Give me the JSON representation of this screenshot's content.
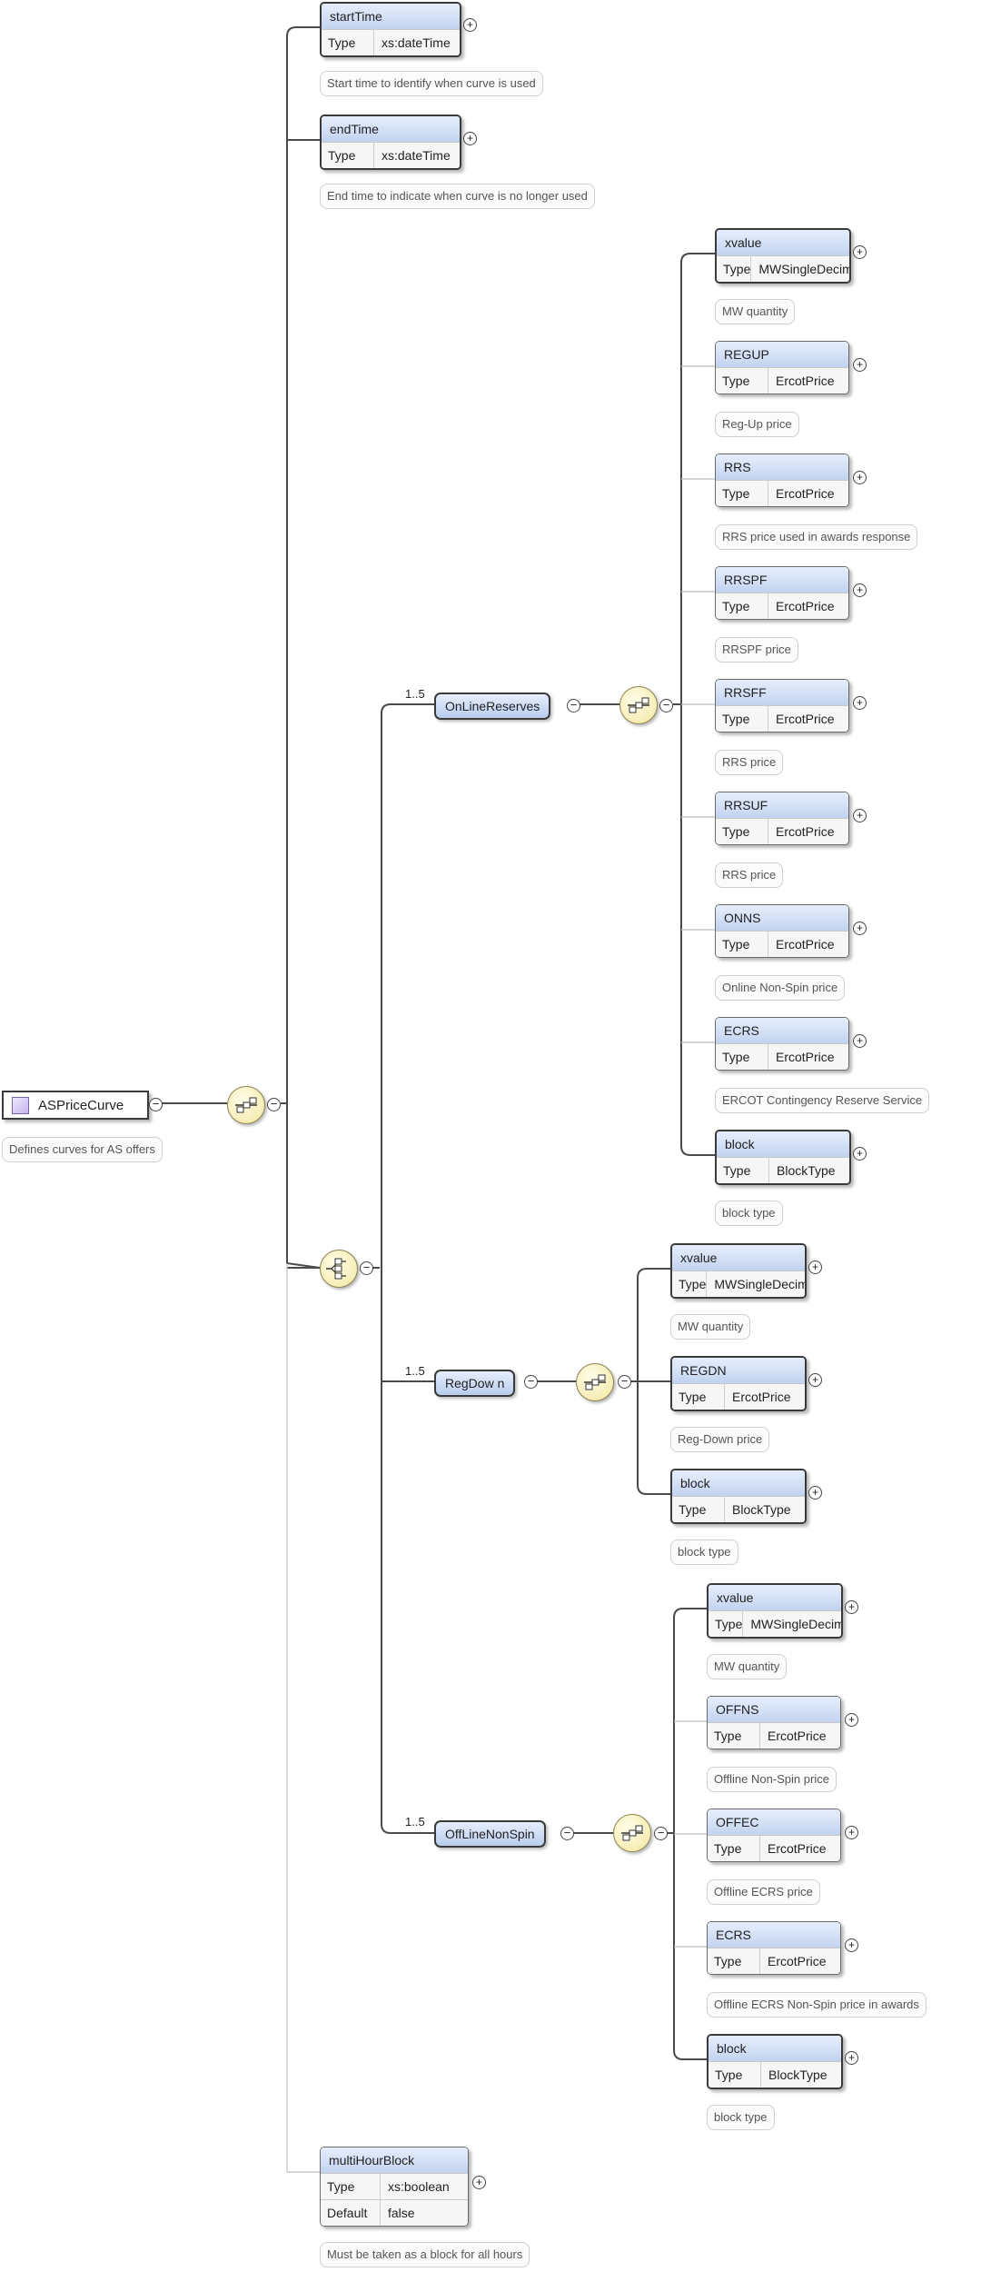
{
  "root": {
    "name": "ASPriceCurve",
    "annotation": "Defines curves for AS offers",
    "icon": "complex-type-icon"
  },
  "row_label_type": "Type",
  "row_label_default": "Default",
  "start_time": {
    "name": "startTime",
    "type": "xs:dateTime",
    "annotation": "Start time to identify when curve is used"
  },
  "end_time": {
    "name": "endTime",
    "type": "xs:dateTime",
    "annotation": "End time to indicate when curve is no longer used"
  },
  "choice_occurs": "1..5",
  "online_reserves": {
    "name": "OnLineReserves",
    "elements": [
      {
        "name": "xvalue",
        "type": "MWSingleDecimal",
        "annotation": "MW quantity"
      },
      {
        "name": "REGUP",
        "type": "ErcotPrice",
        "annotation": "Reg-Up price"
      },
      {
        "name": "RRS",
        "type": "ErcotPrice",
        "annotation": "RRS price used in awards response"
      },
      {
        "name": "RRSPF",
        "type": "ErcotPrice",
        "annotation": "RRSPF price"
      },
      {
        "name": "RRSFF",
        "type": "ErcotPrice",
        "annotation": "RRS price"
      },
      {
        "name": "RRSUF",
        "type": "ErcotPrice",
        "annotation": "RRS price"
      },
      {
        "name": "ONNS",
        "type": "ErcotPrice",
        "annotation": "Online Non-Spin price"
      },
      {
        "name": "ECRS",
        "type": "ErcotPrice",
        "annotation": "ERCOT Contingency Reserve Service"
      },
      {
        "name": "block",
        "type": "BlockType",
        "annotation": "block type"
      }
    ]
  },
  "reg_down": {
    "name": "RegDow n",
    "elements": [
      {
        "name": "xvalue",
        "type": "MWSingleDecimal",
        "annotation": "MW quantity"
      },
      {
        "name": "REGDN",
        "type": "ErcotPrice",
        "annotation": "Reg-Down price"
      },
      {
        "name": "block",
        "type": "BlockType",
        "annotation": "block type"
      }
    ]
  },
  "offline_non_spin": {
    "name": "OffLineNonSpin",
    "elements": [
      {
        "name": "xvalue",
        "type": "MWSingleDecimal",
        "annotation": "MW quantity"
      },
      {
        "name": "OFFNS",
        "type": "ErcotPrice",
        "annotation": "Offline Non-Spin price"
      },
      {
        "name": "OFFEC",
        "type": "ErcotPrice",
        "annotation": "Offline ECRS price"
      },
      {
        "name": "ECRS",
        "type": "ErcotPrice",
        "annotation": "Offline ECRS Non-Spin price in awards"
      },
      {
        "name": "block",
        "type": "BlockType",
        "annotation": "block type"
      }
    ]
  },
  "multi_hour_block": {
    "name": "multiHourBlock",
    "type": "xs:boolean",
    "default": "false",
    "annotation": "Must be taken as a block for all hours"
  },
  "glyphs": {
    "plus": "+",
    "minus": "−"
  },
  "colors": {
    "header_gradient_top": "#e6eefc",
    "header_gradient_bottom": "#c2d3f0",
    "compositor_fill": "#f4e6a0",
    "line": "#4a4a4a"
  }
}
